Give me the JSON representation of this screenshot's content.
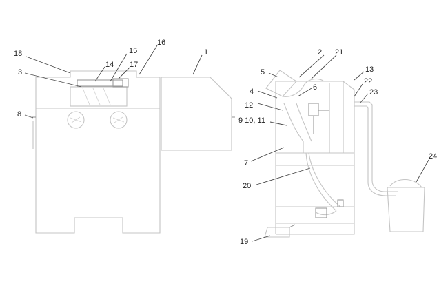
{
  "labels": {
    "l1": "1",
    "l2": "2",
    "l3": "3",
    "l4": "4",
    "l5": "5",
    "l6": "6",
    "l7": "7",
    "l8": "8",
    "l9": "9 10, 11",
    "l12": "12",
    "l13": "13",
    "l14": "14",
    "l15": "15",
    "l16": "16",
    "l17": "17",
    "l18": "18",
    "l19": "19",
    "l20": "20",
    "l21": "21",
    "l22": "22",
    "l23": "23",
    "l24": "24"
  },
  "colors": {
    "line": "#c4c4c4",
    "leader": "#4a4a4a",
    "text": "#222222"
  }
}
